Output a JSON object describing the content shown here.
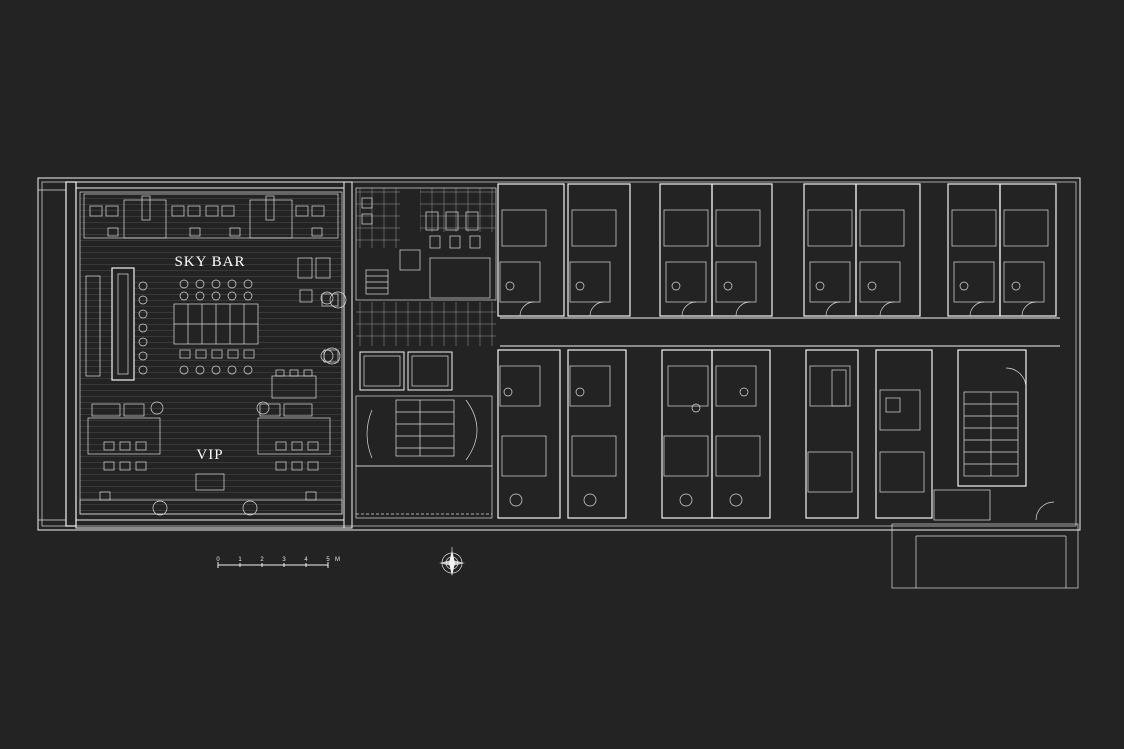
{
  "labels": {
    "sky_bar": "SKY BAR",
    "vip": "VIP"
  },
  "scale_bar": {
    "ticks": [
      "0",
      "1",
      "2",
      "3",
      "4",
      "5"
    ],
    "unit": "M"
  },
  "colors": {
    "background": "#232323",
    "linework": "#f2f2f2"
  },
  "icons": [
    "compass-rose-icon"
  ]
}
